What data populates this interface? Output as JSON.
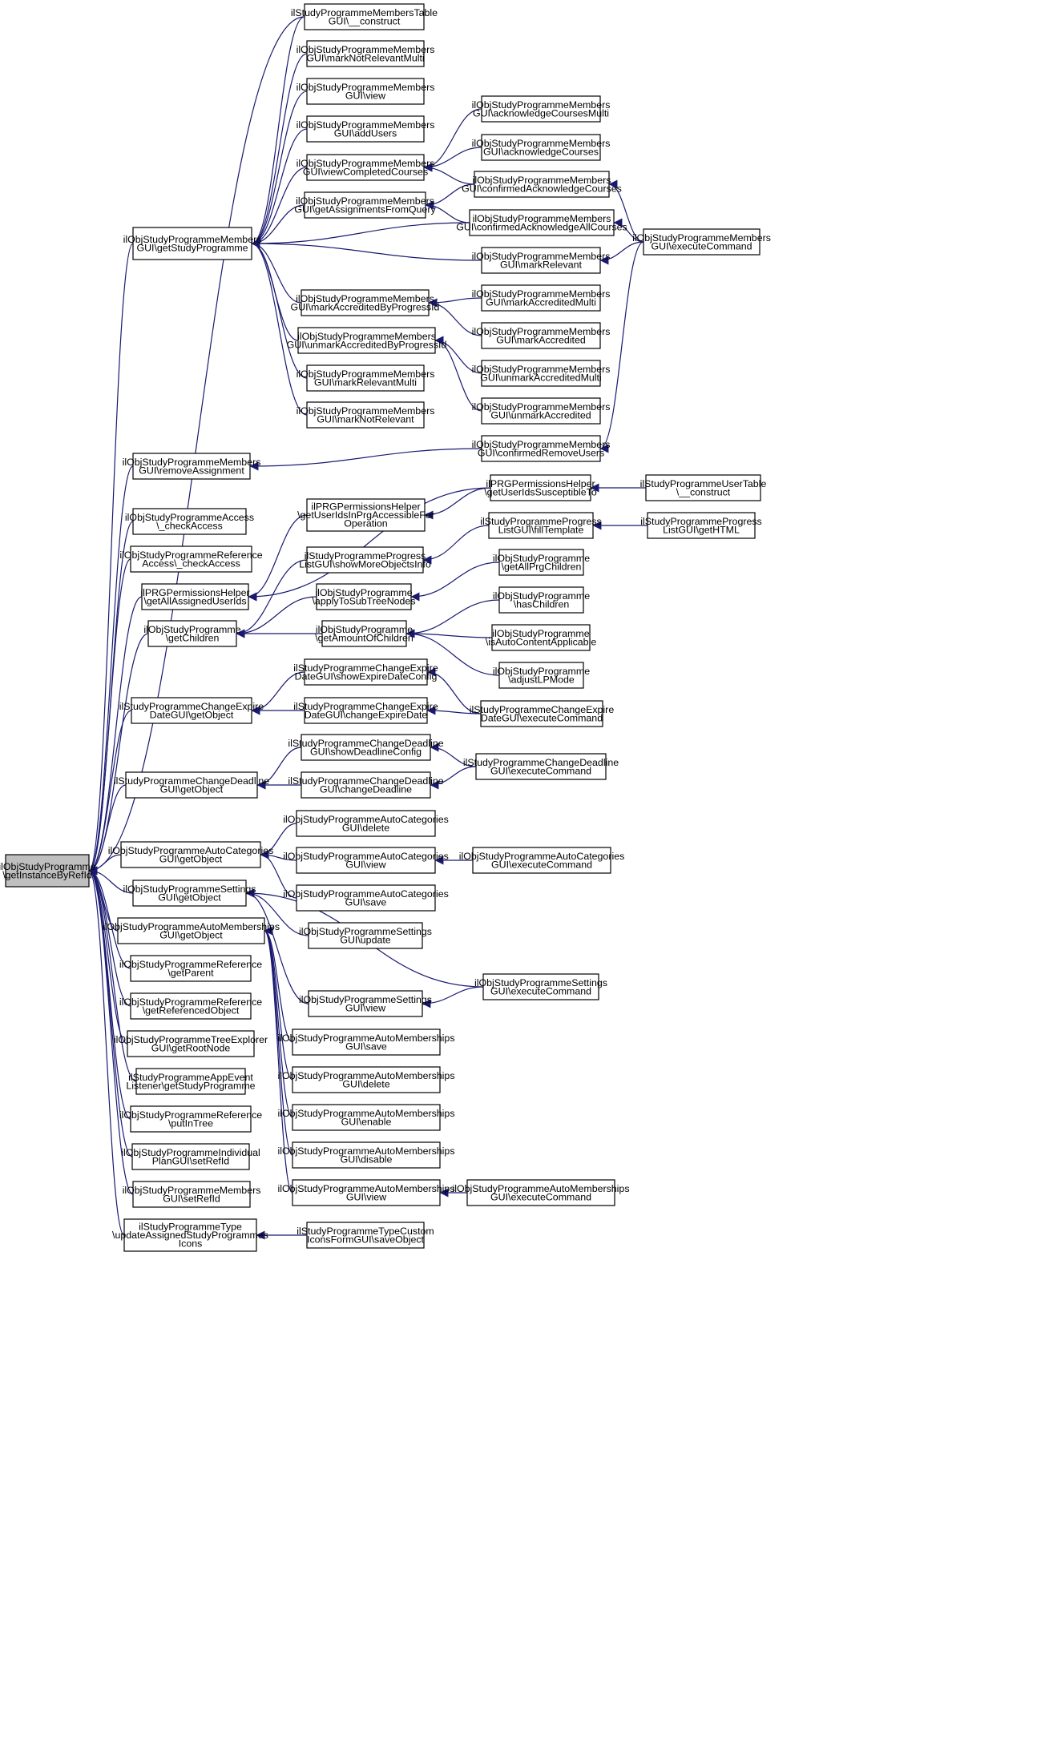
{
  "colors": {
    "edge": "#191970",
    "root_fill": "#bfbfbf",
    "node_fill": "#ffffff",
    "node_border": "#000000"
  },
  "nodes": [
    {
      "id": "root",
      "lines": [
        "ilObjStudyProgramme",
        "\\getInstanceByRefId"
      ],
      "root": true
    },
    {
      "id": "membersGetSP",
      "lines": [
        "ilObjStudyProgrammeMembers",
        "GUI\\getStudyProgramme"
      ]
    },
    {
      "id": "removeAssign",
      "lines": [
        "ilObjStudyProgrammeMembers",
        "GUI\\removeAssignment"
      ]
    },
    {
      "id": "accessCheck",
      "lines": [
        "ilObjStudyProgrammeAccess",
        "\\_checkAccess"
      ]
    },
    {
      "id": "refAccessCheck",
      "lines": [
        "ilObjStudyProgrammeReference",
        "Access\\_checkAccess"
      ]
    },
    {
      "id": "prgGetAllAssigned",
      "lines": [
        "ilPRGPermissionsHelper",
        "\\getAllAssignedUserIds"
      ]
    },
    {
      "id": "getChildren",
      "lines": [
        "ilObjStudyProgramme",
        "\\getChildren"
      ]
    },
    {
      "id": "expireGetObject",
      "lines": [
        "ilStudyProgrammeChangeExpire",
        "DateGUI\\getObject"
      ]
    },
    {
      "id": "deadlineGetObject",
      "lines": [
        "ilStudyProgrammeChangeDeadline",
        "GUI\\getObject"
      ]
    },
    {
      "id": "autoCatGetObject",
      "lines": [
        "ilObjStudyProgrammeAutoCategories",
        "GUI\\getObject"
      ]
    },
    {
      "id": "settingsGetObject",
      "lines": [
        "ilObjStudyProgrammeSettings",
        "GUI\\getObject"
      ]
    },
    {
      "id": "autoMemGetObject",
      "lines": [
        "ilObjStudyProgrammeAutoMemberships",
        "GUI\\getObject"
      ]
    },
    {
      "id": "refGetParent",
      "lines": [
        "ilObjStudyProgrammeReference",
        "\\getParent"
      ]
    },
    {
      "id": "refGetReferenced",
      "lines": [
        "ilObjStudyProgrammeReference",
        "\\getReferencedObject"
      ]
    },
    {
      "id": "treeExplorer",
      "lines": [
        "ilObjStudyProgrammeTreeExplorer",
        "GUI\\getRootNode"
      ]
    },
    {
      "id": "appEvent",
      "lines": [
        "ilStudyProgrammeAppEvent",
        "Listener\\getStudyProgramme"
      ]
    },
    {
      "id": "refPutInTree",
      "lines": [
        "ilObjStudyProgrammeReference",
        "\\putInTree"
      ]
    },
    {
      "id": "individualPlan",
      "lines": [
        "ilObjStudyProgrammeIndividual",
        "PlanGUI\\setRefId"
      ]
    },
    {
      "id": "membersSetRefId",
      "lines": [
        "ilObjStudyProgrammeMembers",
        "GUI\\setRefId"
      ]
    },
    {
      "id": "typeUpdate",
      "lines": [
        "ilStudyProgrammeType",
        "\\updateAssignedStudyProgrammes",
        "Icons"
      ]
    },
    {
      "id": "tableConstruct",
      "lines": [
        "ilStudyProgrammeMembersTable",
        "GUI\\__construct"
      ]
    },
    {
      "id": "markNotRelevantMulti",
      "lines": [
        "ilObjStudyProgrammeMembers",
        "GUI\\markNotRelevantMulti"
      ]
    },
    {
      "id": "view",
      "lines": [
        "ilObjStudyProgrammeMembers",
        "GUI\\view"
      ]
    },
    {
      "id": "addUsers",
      "lines": [
        "ilObjStudyProgrammeMembers",
        "GUI\\addUsers"
      ]
    },
    {
      "id": "viewCompleted",
      "lines": [
        "ilObjStudyProgrammeMembers",
        "GUI\\viewCompletedCourses"
      ]
    },
    {
      "id": "getAssignFromQuery",
      "lines": [
        "ilObjStudyProgrammeMembers",
        "GUI\\getAssignmentsFromQuery"
      ]
    },
    {
      "id": "markAccByProg",
      "lines": [
        "ilObjStudyProgrammeMembers",
        "GUI\\markAccreditedByProgressId"
      ]
    },
    {
      "id": "unmarkAccByProg",
      "lines": [
        "ilObjStudyProgrammeMembers",
        "GUI\\unmarkAccreditedByProgressId"
      ]
    },
    {
      "id": "markRelevantMulti",
      "lines": [
        "ilObjStudyProgrammeMembers",
        "GUI\\markRelevantMulti"
      ]
    },
    {
      "id": "markNotRelevant",
      "lines": [
        "ilObjStudyProgrammeMembers",
        "GUI\\markNotRelevant"
      ]
    },
    {
      "id": "ackCoursesMulti",
      "lines": [
        "ilObjStudyProgrammeMembers",
        "GUI\\acknowledgeCoursesMulti"
      ]
    },
    {
      "id": "ackCourses",
      "lines": [
        "ilObjStudyProgrammeMembers",
        "GUI\\acknowledgeCourses"
      ]
    },
    {
      "id": "confirmedAck",
      "lines": [
        "ilObjStudyProgrammeMembers",
        "GUI\\confirmedAcknowledgeCourses"
      ]
    },
    {
      "id": "confirmedAckAll",
      "lines": [
        "ilObjStudyProgrammeMembers",
        "GUI\\confirmedAcknowledgeAllCourses"
      ]
    },
    {
      "id": "markRelevant",
      "lines": [
        "ilObjStudyProgrammeMembers",
        "GUI\\markRelevant"
      ]
    },
    {
      "id": "markAccMulti",
      "lines": [
        "ilObjStudyProgrammeMembers",
        "GUI\\markAccreditedMulti"
      ]
    },
    {
      "id": "markAcc",
      "lines": [
        "ilObjStudyProgrammeMembers",
        "GUI\\markAccredited"
      ]
    },
    {
      "id": "unmarkAccMulti",
      "lines": [
        "ilObjStudyProgrammeMembers",
        "GUI\\unmarkAccreditedMulti"
      ]
    },
    {
      "id": "unmarkAcc",
      "lines": [
        "ilObjStudyProgrammeMembers",
        "GUI\\unmarkAccredited"
      ]
    },
    {
      "id": "confirmedRemove",
      "lines": [
        "ilObjStudyProgrammeMembers",
        "GUI\\confirmedRemoveUsers"
      ]
    },
    {
      "id": "membersExecute",
      "lines": [
        "ilObjStudyProgrammeMembers",
        "GUI\\executeCommand"
      ]
    },
    {
      "id": "prgGetInPrg",
      "lines": [
        "ilPRGPermissionsHelper",
        "\\getUserIdsInPrgAccessibleFor",
        "Operation"
      ]
    },
    {
      "id": "prgSusceptible",
      "lines": [
        "ilPRGPermissionsHelper",
        "\\getUserIdsSusceptibleTo"
      ]
    },
    {
      "id": "userTableConstruct",
      "lines": [
        "ilStudyProgrammeUserTable",
        "\\__construct"
      ]
    },
    {
      "id": "showMoreObjects",
      "lines": [
        "ilStudyProgrammeProgress",
        "ListGUI\\showMoreObjectsInfo"
      ]
    },
    {
      "id": "fillTemplate",
      "lines": [
        "ilStudyProgrammeProgress",
        "ListGUI\\fillTemplate"
      ]
    },
    {
      "id": "getHTML",
      "lines": [
        "ilStudyProgrammeProgress",
        "ListGUI\\getHTML"
      ]
    },
    {
      "id": "applyToSubTree",
      "lines": [
        "ilObjStudyProgramme",
        "\\applyToSubTreeNodes"
      ]
    },
    {
      "id": "getAmountChildren",
      "lines": [
        "ilObjStudyProgramme",
        "\\getAmountOfChildren"
      ]
    },
    {
      "id": "getAllPrgChildren",
      "lines": [
        "ilObjStudyProgramme",
        "\\getAllPrgChildren"
      ]
    },
    {
      "id": "hasChildren",
      "lines": [
        "ilObjStudyProgramme",
        "\\hasChildren"
      ]
    },
    {
      "id": "isAutoContent",
      "lines": [
        "ilObjStudyProgramme",
        "\\isAutoContentApplicable"
      ]
    },
    {
      "id": "adjustLP",
      "lines": [
        "ilObjStudyProgramme",
        "\\adjustLPMode"
      ]
    },
    {
      "id": "showExpireConfig",
      "lines": [
        "ilStudyProgrammeChangeExpire",
        "DateGUI\\showExpireDateConfig"
      ]
    },
    {
      "id": "changeExpireDate",
      "lines": [
        "ilStudyProgrammeChangeExpire",
        "DateGUI\\changeExpireDate"
      ]
    },
    {
      "id": "expireExecute",
      "lines": [
        "ilStudyProgrammeChangeExpire",
        "DateGUI\\executeCommand"
      ]
    },
    {
      "id": "showDeadlineConfig",
      "lines": [
        "ilStudyProgrammeChangeDeadline",
        "GUI\\showDeadlineConfig"
      ]
    },
    {
      "id": "changeDeadline",
      "lines": [
        "ilStudyProgrammeChangeDeadline",
        "GUI\\changeDeadline"
      ]
    },
    {
      "id": "deadlineExecute",
      "lines": [
        "ilStudyProgrammeChangeDeadline",
        "GUI\\executeCommand"
      ]
    },
    {
      "id": "autoCatDelete",
      "lines": [
        "ilObjStudyProgrammeAutoCategories",
        "GUI\\delete"
      ]
    },
    {
      "id": "autoCatView",
      "lines": [
        "ilObjStudyProgrammeAutoCategories",
        "GUI\\view"
      ]
    },
    {
      "id": "autoCatSave",
      "lines": [
        "ilObjStudyProgrammeAutoCategories",
        "GUI\\save"
      ]
    },
    {
      "id": "autoCatExecute",
      "lines": [
        "ilObjStudyProgrammeAutoCategories",
        "GUI\\executeCommand"
      ]
    },
    {
      "id": "settingsUpdate",
      "lines": [
        "ilObjStudyProgrammeSettings",
        "GUI\\update"
      ]
    },
    {
      "id": "settingsView",
      "lines": [
        "ilObjStudyProgrammeSettings",
        "GUI\\view"
      ]
    },
    {
      "id": "settingsExecute",
      "lines": [
        "ilObjStudyProgrammeSettings",
        "GUI\\executeCommand"
      ]
    },
    {
      "id": "autoMemSave",
      "lines": [
        "ilObjStudyProgrammeAutoMemberships",
        "GUI\\save"
      ]
    },
    {
      "id": "autoMemDelete",
      "lines": [
        "ilObjStudyProgrammeAutoMemberships",
        "GUI\\delete"
      ]
    },
    {
      "id": "autoMemEnable",
      "lines": [
        "ilObjStudyProgrammeAutoMemberships",
        "GUI\\enable"
      ]
    },
    {
      "id": "autoMemDisable",
      "lines": [
        "ilObjStudyProgrammeAutoMemberships",
        "GUI\\disable"
      ]
    },
    {
      "id": "autoMemView",
      "lines": [
        "ilObjStudyProgrammeAutoMemberships",
        "GUI\\view"
      ]
    },
    {
      "id": "autoMemExecute",
      "lines": [
        "ilObjStudyProgrammeAutoMemberships",
        "GUI\\executeCommand"
      ]
    },
    {
      "id": "typeCustomIcons",
      "lines": [
        "ilStudyProgrammeTypeCustom",
        "IconsFormGUI\\saveObject"
      ]
    }
  ],
  "edges": [
    [
      "membersGetSP",
      "root"
    ],
    [
      "removeAssign",
      "root"
    ],
    [
      "accessCheck",
      "root"
    ],
    [
      "refAccessCheck",
      "root"
    ],
    [
      "prgGetAllAssigned",
      "root"
    ],
    [
      "getChildren",
      "root"
    ],
    [
      "expireGetObject",
      "root"
    ],
    [
      "deadlineGetObject",
      "root"
    ],
    [
      "autoCatGetObject",
      "root"
    ],
    [
      "settingsGetObject",
      "root"
    ],
    [
      "autoMemGetObject",
      "root"
    ],
    [
      "refGetParent",
      "root"
    ],
    [
      "refGetReferenced",
      "root"
    ],
    [
      "treeExplorer",
      "root"
    ],
    [
      "appEvent",
      "root"
    ],
    [
      "refPutInTree",
      "root"
    ],
    [
      "individualPlan",
      "root"
    ],
    [
      "membersSetRefId",
      "root"
    ],
    [
      "typeUpdate",
      "root"
    ],
    [
      "tableConstruct",
      "root"
    ],
    [
      "tableConstruct",
      "membersGetSP"
    ],
    [
      "markNotRelevantMulti",
      "membersGetSP"
    ],
    [
      "view",
      "membersGetSP"
    ],
    [
      "addUsers",
      "membersGetSP"
    ],
    [
      "viewCompleted",
      "membersGetSP"
    ],
    [
      "getAssignFromQuery",
      "membersGetSP"
    ],
    [
      "confirmedAckAll",
      "membersGetSP"
    ],
    [
      "markRelevant",
      "membersGetSP"
    ],
    [
      "markAccByProg",
      "membersGetSP"
    ],
    [
      "unmarkAccByProg",
      "membersGetSP"
    ],
    [
      "markRelevantMulti",
      "membersGetSP"
    ],
    [
      "markNotRelevant",
      "membersGetSP"
    ],
    [
      "ackCoursesMulti",
      "viewCompleted"
    ],
    [
      "ackCourses",
      "viewCompleted"
    ],
    [
      "confirmedAck",
      "viewCompleted"
    ],
    [
      "confirmedAck",
      "getAssignFromQuery"
    ],
    [
      "confirmedAckAll",
      "getAssignFromQuery"
    ],
    [
      "membersExecute",
      "confirmedAck"
    ],
    [
      "membersExecute",
      "confirmedAckAll"
    ],
    [
      "membersExecute",
      "markRelevant"
    ],
    [
      "membersExecute",
      "confirmedRemove"
    ],
    [
      "markAccMulti",
      "markAccByProg"
    ],
    [
      "markAcc",
      "markAccByProg"
    ],
    [
      "unmarkAccMulti",
      "unmarkAccByProg"
    ],
    [
      "unmarkAcc",
      "unmarkAccByProg"
    ],
    [
      "confirmedRemove",
      "removeAssign"
    ],
    [
      "prgSusceptible",
      "prgGetAllAssigned"
    ],
    [
      "prgGetInPrg",
      "prgGetAllAssigned"
    ],
    [
      "prgSusceptible",
      "prgGetInPrg"
    ],
    [
      "userTableConstruct",
      "prgSusceptible"
    ],
    [
      "showMoreObjects",
      "getChildren"
    ],
    [
      "applyToSubTree",
      "getChildren"
    ],
    [
      "getAmountChildren",
      "getChildren"
    ],
    [
      "fillTemplate",
      "showMoreObjects"
    ],
    [
      "getHTML",
      "fillTemplate"
    ],
    [
      "getAllPrgChildren",
      "applyToSubTree"
    ],
    [
      "hasChildren",
      "getAmountChildren"
    ],
    [
      "isAutoContent",
      "getAmountChildren"
    ],
    [
      "adjustLP",
      "getAmountChildren"
    ],
    [
      "showExpireConfig",
      "expireGetObject"
    ],
    [
      "changeExpireDate",
      "expireGetObject"
    ],
    [
      "expireExecute",
      "showExpireConfig"
    ],
    [
      "expireExecute",
      "changeExpireDate"
    ],
    [
      "showDeadlineConfig",
      "deadlineGetObject"
    ],
    [
      "changeDeadline",
      "deadlineGetObject"
    ],
    [
      "deadlineExecute",
      "showDeadlineConfig"
    ],
    [
      "deadlineExecute",
      "changeDeadline"
    ],
    [
      "autoCatDelete",
      "autoCatGetObject"
    ],
    [
      "autoCatView",
      "autoCatGetObject"
    ],
    [
      "autoCatSave",
      "autoCatGetObject"
    ],
    [
      "autoCatExecute",
      "autoCatView"
    ],
    [
      "settingsUpdate",
      "settingsGetObject"
    ],
    [
      "settingsView",
      "settingsGetObject"
    ],
    [
      "settingsExecute",
      "settingsGetObject"
    ],
    [
      "settingsExecute",
      "settingsView"
    ],
    [
      "autoMemSave",
      "autoMemGetObject"
    ],
    [
      "autoMemDelete",
      "autoMemGetObject"
    ],
    [
      "autoMemEnable",
      "autoMemGetObject"
    ],
    [
      "autoMemDisable",
      "autoMemGetObject"
    ],
    [
      "autoMemView",
      "autoMemGetObject"
    ],
    [
      "autoMemExecute",
      "autoMemView"
    ],
    [
      "typeCustomIcons",
      "typeUpdate"
    ]
  ]
}
